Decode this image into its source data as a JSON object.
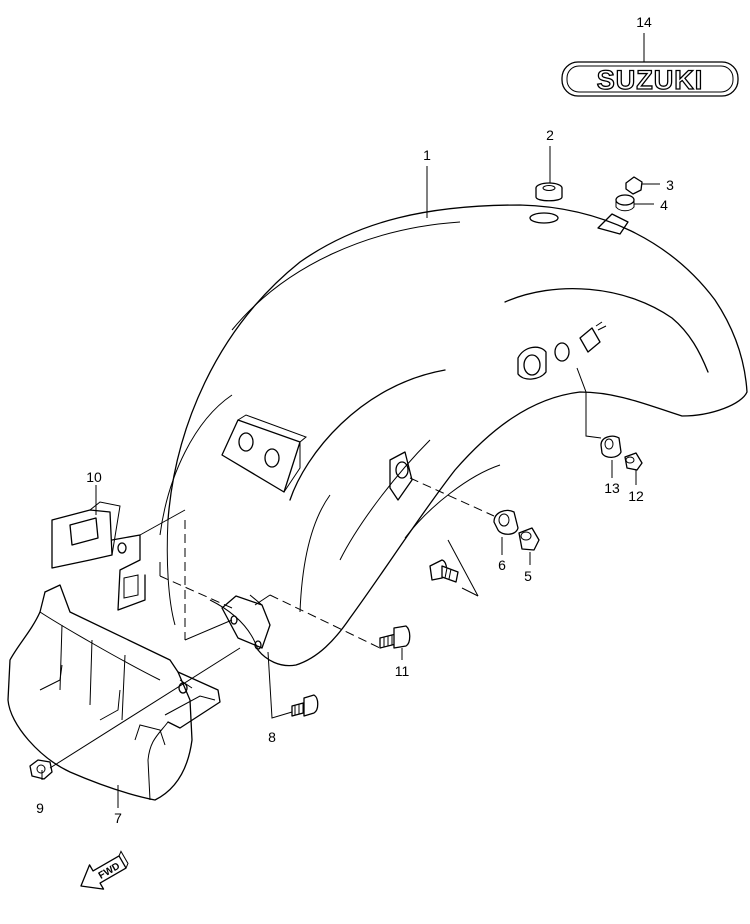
{
  "emblem": {
    "text": "SUZUKI"
  },
  "fwd_arrow": {
    "text": "FWD"
  },
  "callouts": [
    {
      "id": "1",
      "label": "1"
    },
    {
      "id": "2",
      "label": "2"
    },
    {
      "id": "3",
      "label": "3"
    },
    {
      "id": "4",
      "label": "4"
    },
    {
      "id": "5",
      "label": "5"
    },
    {
      "id": "6",
      "label": "6"
    },
    {
      "id": "7",
      "label": "7"
    },
    {
      "id": "8",
      "label": "8"
    },
    {
      "id": "9",
      "label": "9"
    },
    {
      "id": "10",
      "label": "10"
    },
    {
      "id": "11",
      "label": "11"
    },
    {
      "id": "12",
      "label": "12"
    },
    {
      "id": "13",
      "label": "13"
    },
    {
      "id": "14",
      "label": "14"
    }
  ]
}
